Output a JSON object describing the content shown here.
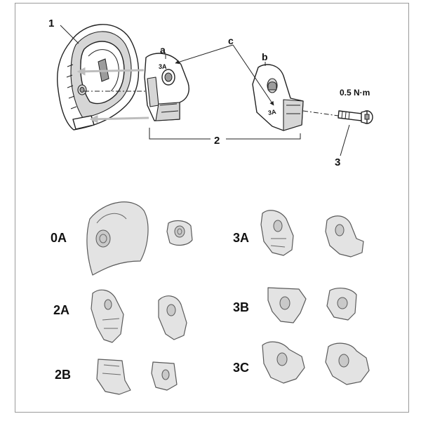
{
  "callouts": {
    "part_1": "1",
    "part_2": "2",
    "part_3": "3",
    "point_a": "a",
    "point_b": "b",
    "point_c": "c",
    "mark_3a_on_a": "3A",
    "mark_3a_on_b": "3A"
  },
  "torque": "0.5 N·m",
  "variants": [
    {
      "id": "0A"
    },
    {
      "id": "2A"
    },
    {
      "id": "2B"
    },
    {
      "id": "3A"
    },
    {
      "id": "3B"
    },
    {
      "id": "3C"
    }
  ],
  "colors": {
    "line": "#222222",
    "shade": "#d6d6d6",
    "arrow": "#bdbdbd",
    "frame": "#9a9a9a"
  }
}
